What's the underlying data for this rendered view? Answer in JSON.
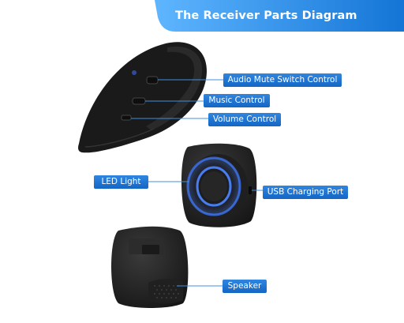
{
  "title": "The Receiver Parts Diagram",
  "labels": {
    "audio_mute": "Audio Mute Switch  Control",
    "music": "Music Control",
    "volume": "Volume Control",
    "led": "LED Light",
    "usb": "USB Charging Port",
    "speaker": "Speaker"
  },
  "colors": {
    "banner_blue": "#1f8be6",
    "label_blue": "#1e72d0",
    "device_black": "#1b1b1b",
    "led_blue": "#3a6fe8"
  }
}
